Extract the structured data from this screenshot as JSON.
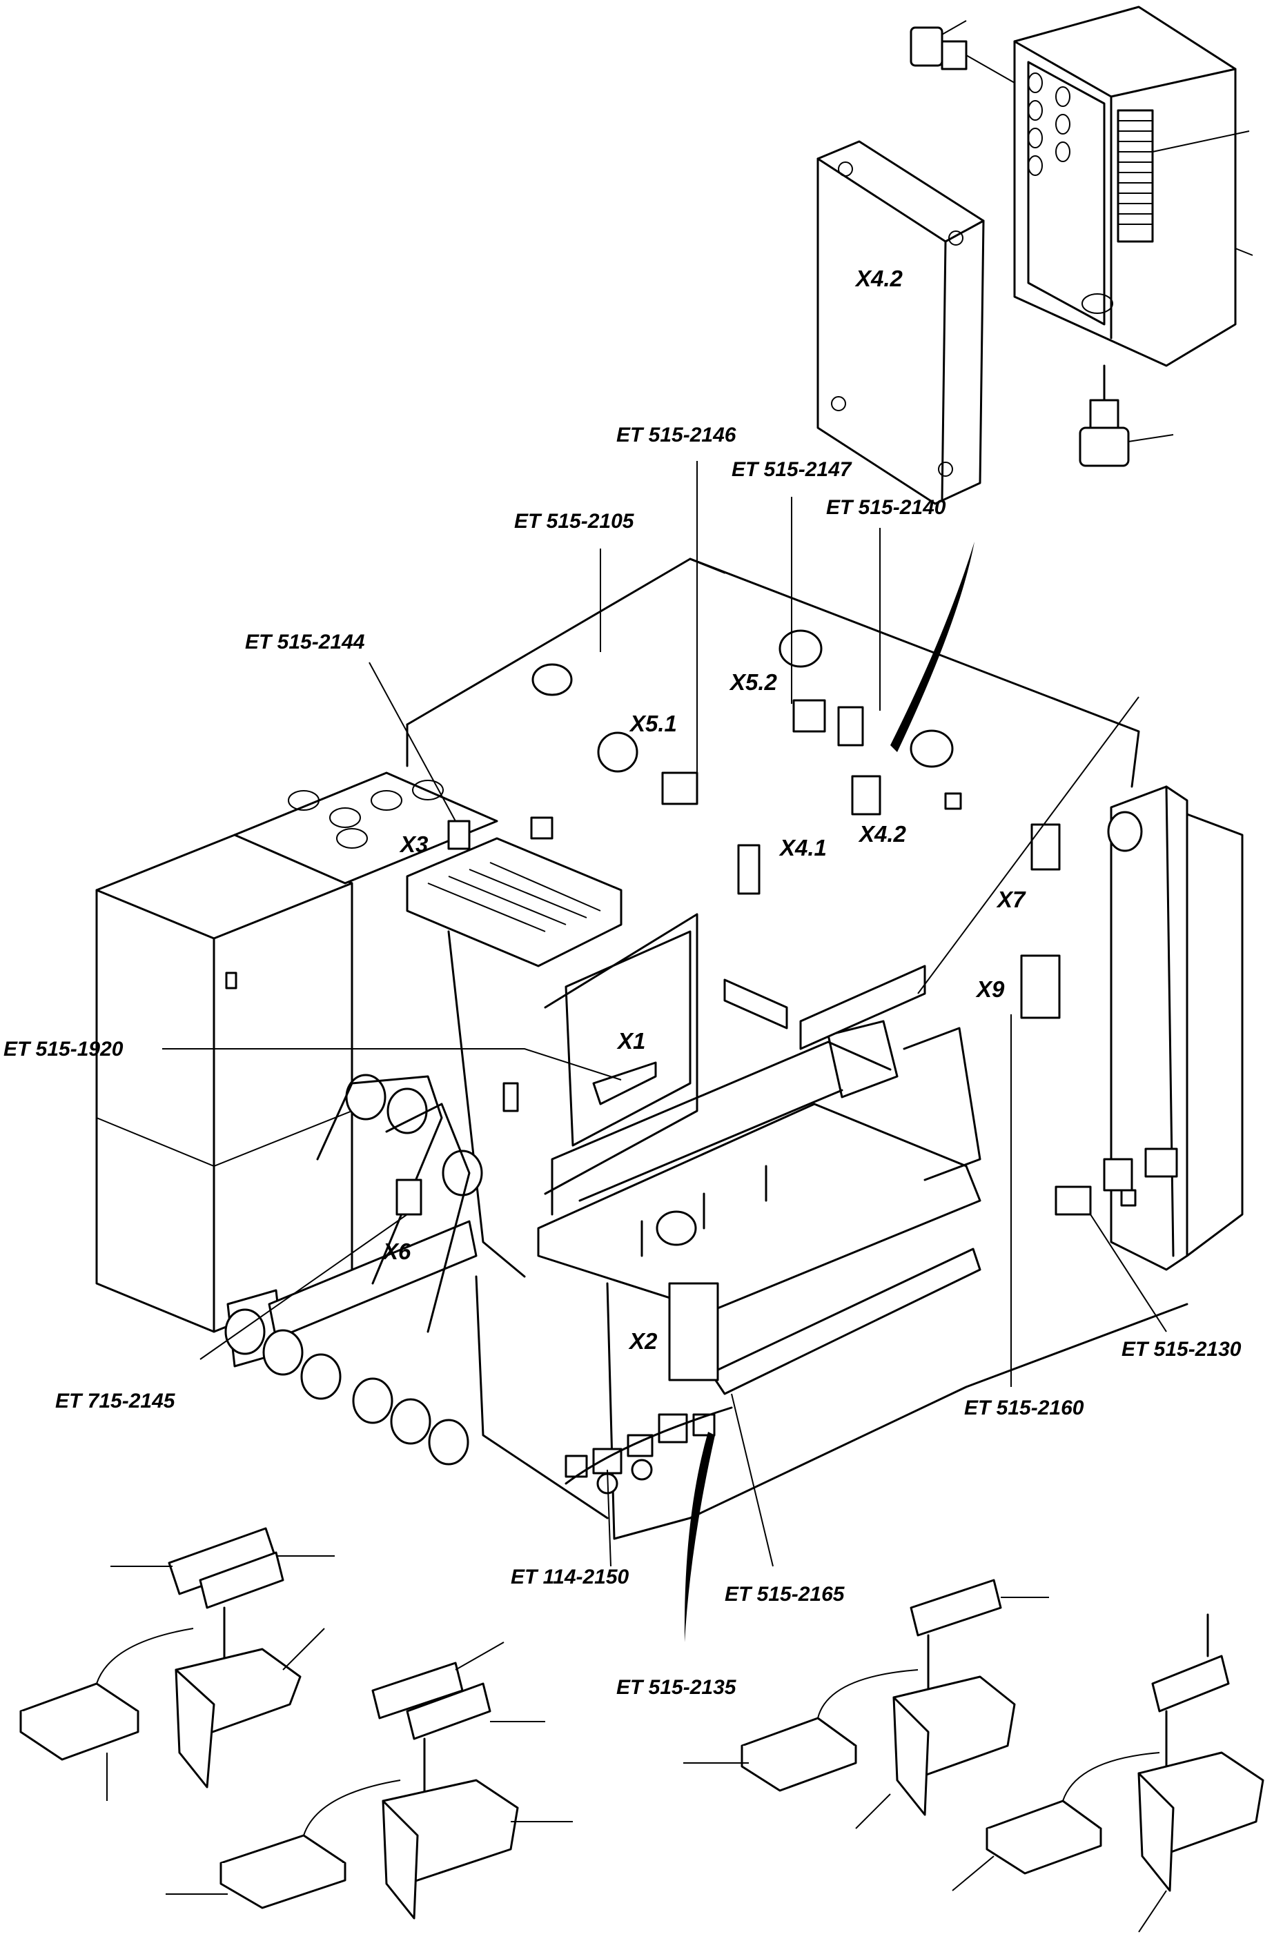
{
  "part_labels": {
    "et_515_2146": "ET 515-2146",
    "et_515_2147": "ET 515-2147",
    "et_515_2140": "ET 515-2140",
    "et_515_2105": "ET 515-2105",
    "et_515_2144": "ET 515-2144",
    "et_515_1920": "ET 515-1920",
    "et_715_2145": "ET 715-2145",
    "et_114_2150": "ET 114-2150",
    "et_515_2165": "ET 515-2165",
    "et_515_2135": "ET 515-2135",
    "et_515_2160": "ET 515-2160",
    "et_515_2130": "ET 515-2130"
  },
  "position_labels": {
    "x4_2_cover": "X4.2",
    "x5_2": "X5.2",
    "x5_1": "X5.1",
    "x3": "X3",
    "x4_1": "X4.1",
    "x4_2": "X4.2",
    "x7": "X7",
    "x9": "X9",
    "x1": "X1",
    "x6": "X6",
    "x2": "X2"
  }
}
